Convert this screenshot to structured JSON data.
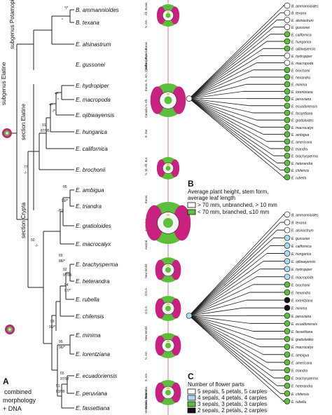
{
  "panel_a": {
    "label": "A",
    "footnote": [
      "combined",
      "morphology",
      "+ DNA"
    ],
    "taxa": [
      "B. ammannioides",
      "B. texana",
      "E. alsinastrum",
      "E. gussonei",
      "E. hydropiper",
      "E. macropoda",
      "E. ojibwayensis",
      "E. hungarica",
      "E. californica",
      "E. brochonii",
      "E. ambigua",
      "E. triandra",
      "E. gratioloides",
      "E. macrocalyx",
      "E. brachysperma",
      "E. heterandra",
      "E. rubella",
      "E. chilensis",
      "E. minima",
      "E. lorentziana",
      "E. ecuadoriensis",
      "E. peruviana",
      "E. fassettiana"
    ],
    "regions": [
      "Afr. Euras.",
      "N. Am.",
      "Euras.",
      "Malta Lampedus",
      "Euras. N. Am. (Québec) Eur.",
      "Canada N. Afr.",
      "E. Eur.",
      "N. W. Afr. Eur.",
      "Euras.",
      "Australas.",
      "Austral.",
      "New World",
      "U.S.A.",
      "U.S.A.",
      "New World",
      "N. Am.",
      "S. Am.",
      "S. Am.",
      "Bolivia Peru",
      "Venezuela Colombia"
    ],
    "clade_labels": [
      "subgenus Potamopitys",
      "subgenus Elatine",
      "section Elatine",
      "section Crypta"
    ],
    "support_values": [
      "*/*",
      "*",
      "*/*",
      "*",
      "*/*",
      "-/*",
      "91",
      "87/95",
      "77",
      "-/-",
      "95",
      "99/*",
      "-/87",
      "50",
      "-/-",
      "65",
      "88/*",
      "92",
      "97/95",
      "94",
      "97/*",
      "99",
      "93/*",
      "95",
      "96/*",
      "65",
      "97/97",
      "51",
      "83/99"
    ]
  },
  "panel_b": {
    "label": "B",
    "title": [
      "Average plant height, stem form,",
      "average leaf length"
    ],
    "legend": [
      {
        "label": "> 70 mm, unbranched, > 10 mm",
        "color": "#ffffff"
      },
      {
        "label": "< 70 mm, branched, ≤10 mm",
        "color": "#5cbf3a"
      }
    ],
    "taxa": [
      "B. ammannioides",
      "B. texana",
      "E. alsinastrum",
      "E. gussonei",
      "E. californica",
      "E. hungarica",
      "E. ojibwayensis",
      "E. hydropiper",
      "E. macropoda",
      "E. brochonii",
      "E. hexandra",
      "E. minima",
      "E. lorentziana",
      "E. peruviana",
      "E. ecuadoriensis",
      "E. fassettiana",
      "E. gratioloides",
      "E. macrocalyx",
      "E. ambigua",
      "E. americana",
      "E. triandra",
      "E. brachysperma",
      "E. heterandra",
      "E. chilensis",
      "E. rubella"
    ]
  },
  "panel_c": {
    "label": "C",
    "title": "Number of flower parts",
    "legend": [
      {
        "label": "5 sepals, 5 petals, 5 carples",
        "color": "#ffffff"
      },
      {
        "label": "4 sepals, 4 petals, 4 carples",
        "color": "#a8dcef"
      },
      {
        "label": "3 sepals, 3 petals, 3 carples",
        "color": "#5cbf3a"
      },
      {
        "label": "2 sepals, 2 petals, 2 carples",
        "color": "#111111"
      }
    ],
    "taxa": [
      "B. ammannioides",
      "B. texana",
      "E. alsinastrum",
      "E. gussonei",
      "E. californica",
      "E. hungarica",
      "E. ojibwayensis",
      "E. hydropiper",
      "E. macropoda",
      "E. brochonii",
      "E. hexandra",
      "E. lorentziana",
      "E. minima",
      "E. peruviana",
      "E. ecuadoriensis",
      "E. fassettiana",
      "E. gratioloides",
      "E. macrocalyx",
      "E. ambigua",
      "E. americana",
      "E. triandra",
      "E. brachysperma",
      "E. heterandra",
      "E. chilensis",
      "E. rubella"
    ]
  },
  "colors": {
    "green": "#5cbf3a",
    "magenta": "#c8217f",
    "blue": "#a8dcef",
    "black": "#111111",
    "white": "#ffffff",
    "line": "#222222",
    "red": "#d23a3a"
  }
}
